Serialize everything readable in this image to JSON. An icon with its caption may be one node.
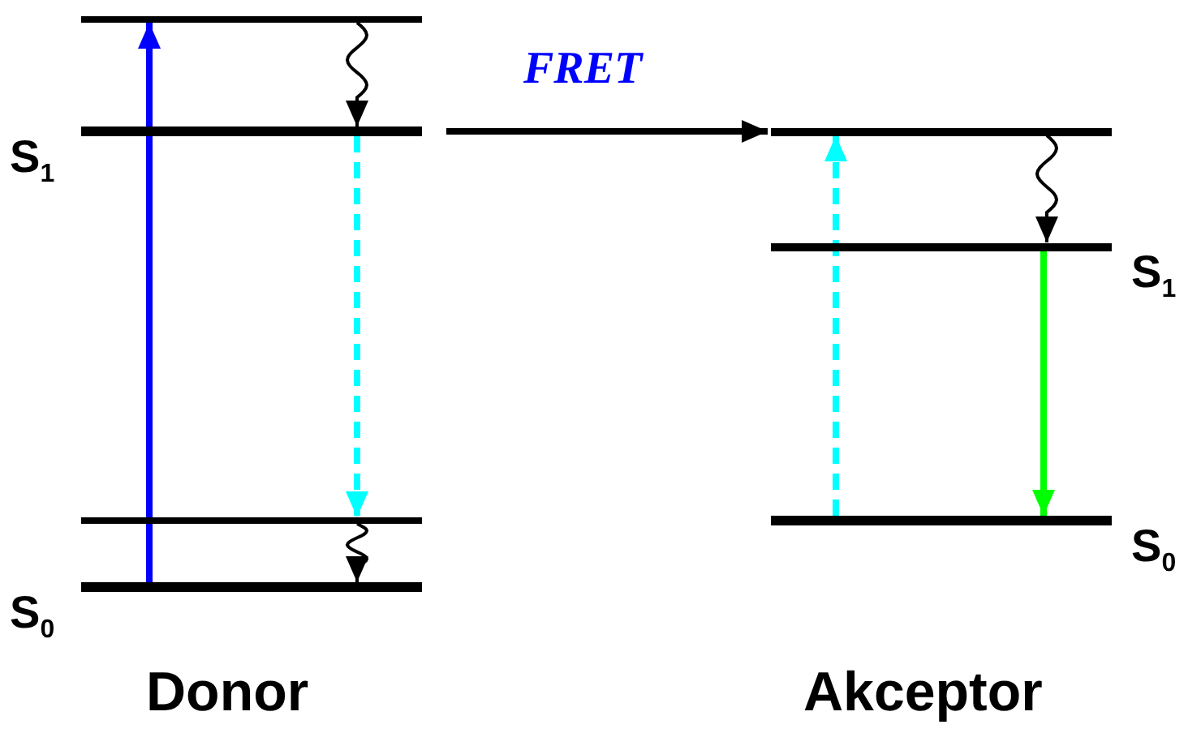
{
  "diagram": {
    "nodes": [
      {
        "text": [],
        "shape": "bar"
      },
      {
        "text": [],
        "shape": "bar",
        "beside": [
          "S$_{1}$"
        ]
      },
      {
        "text": [],
        "shape": "bar"
      },
      {
        "text": [],
        "shape": "bar",
        "beside": [
          "S$_{0}$"
        ]
      },
      {
        "text": [],
        "shape": "bar"
      },
      {
        "text": [],
        "shape": "bar",
        "beside": [
          "S$_{1}$"
        ]
      },
      {
        "text": [],
        "shape": "bar",
        "beside": [
          "S$_{0}$"
        ]
      }
    ],
    "edges": [
      {
        "from": 3,
        "to": 0,
        "arrow": "to",
        "color": "#0000ff"
      },
      {
        "from": 0,
        "to": 1,
        "arrow": "to"
      },
      {
        "from": 1,
        "to": 2,
        "arrow": "to",
        "style": "dashed",
        "color": "#00ffff"
      },
      {
        "from": 2,
        "to": 3,
        "arrow": "to"
      },
      {
        "from": 1,
        "to": 4,
        "arrow": "to",
        "label": "FRET"
      },
      {
        "from": 6,
        "to": 4,
        "arrow": "to",
        "style": "dashed",
        "color": "#00ffff"
      },
      {
        "from": 4,
        "to": 5,
        "arrow": "to"
      },
      {
        "from": 5,
        "to": 6,
        "arrow": "to",
        "color": "#00ff00"
      }
    ],
    "labels": [
      "Donor",
      "Akceptor"
    ]
  }
}
